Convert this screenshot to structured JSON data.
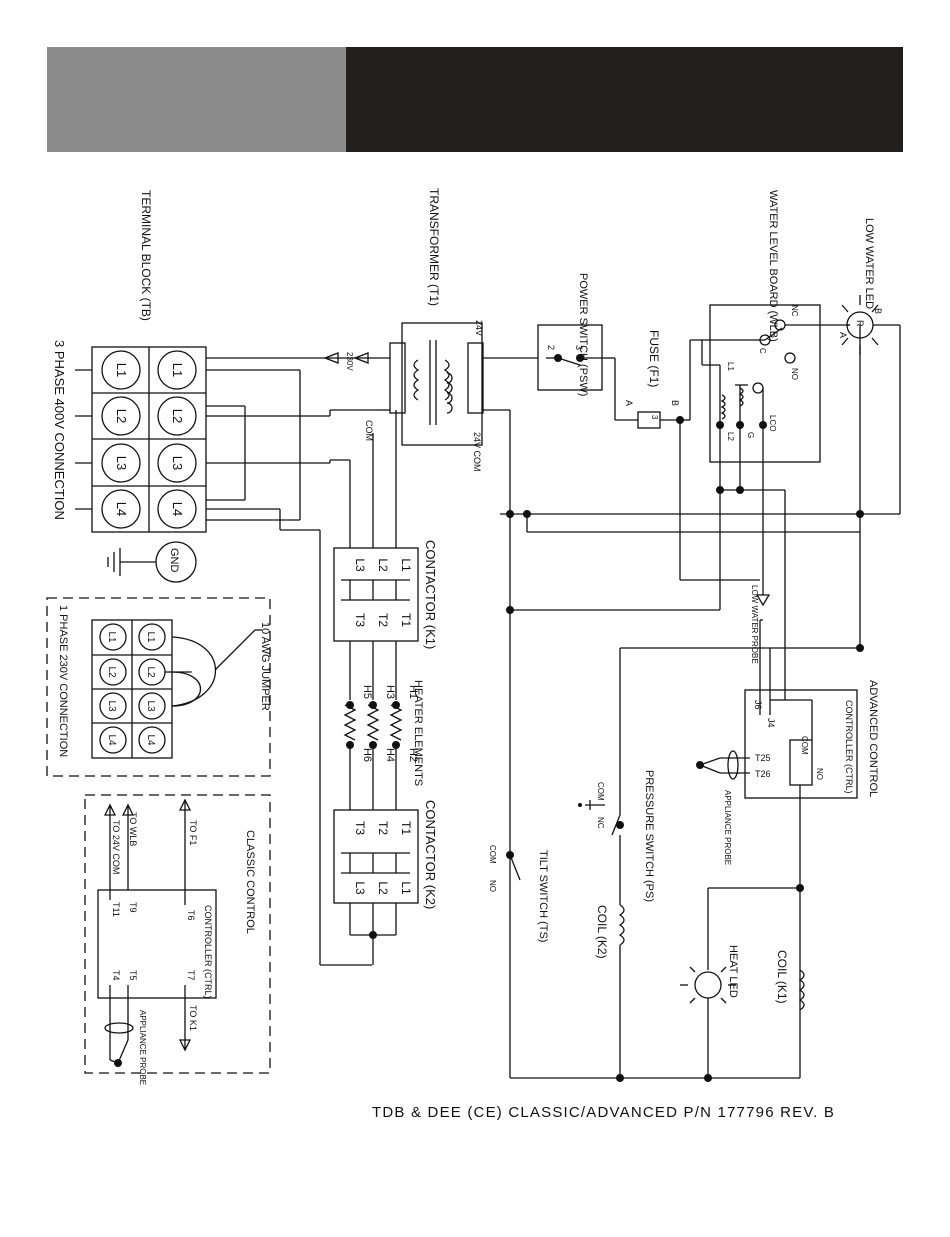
{
  "colors": {
    "header_left": "#8c8c8c",
    "header_right": "#221f1f",
    "line": "#111111"
  },
  "labels": {
    "terminal_block": "TERMINAL BLOCK (TB)",
    "three_phase": "3 PHASE 400V CONNECTION",
    "one_phase": "1 PHASE 230V CONNECTION",
    "jumper": "10 AWG JUMPER",
    "gnd": "GND",
    "transformer": "TRANSFORMER (T1)",
    "v230": "230V",
    "com": "COM",
    "v24": "24V",
    "v24com": "24V COM",
    "contactor_k1": "CONTACTOR (K1)",
    "contactor_k2": "CONTACTOR (K2)",
    "heater_elements": "HEATER ELEMENTS",
    "power_switch": "POWER SWITCH (PSW)",
    "psw_2": "2",
    "psw_3": "3",
    "fuse": "FUSE (F1)",
    "fuse_a": "A",
    "fuse_b": "B",
    "fuse_3": "3",
    "wlb": "WATER LEVEL BOARD (WLB)",
    "nc": "NC",
    "no": "NO",
    "c": "C",
    "l1": "L1",
    "l2": "L2",
    "g": "G",
    "lco": "LCO",
    "low_water_led": "LOW WATER LED",
    "led_r": "R",
    "led_a": "A",
    "led_b": "B",
    "low_water_probe": "LOW WATER PROBE",
    "advanced_control": "ADVANCED CONTROL",
    "controller_ctrl": "CONTROLLER (CTRL)",
    "j6": "J6",
    "j4": "J4",
    "t25": "T25",
    "t26": "T26",
    "appliance_probe": "APPLIANCE PROBE",
    "pressure_switch": "PRESSURE SWITCH (PS)",
    "ps_com": "COM",
    "ps_nc": "NC",
    "tilt_switch": "TILT SWITCH (TS)",
    "ts_com": "COM",
    "ts_no": "NO",
    "coil_k2": "COIL (K2)",
    "coil_k1": "COIL (K1)",
    "heat_led": "HEAT LED",
    "classic_control": "CLASSIC CONTROL",
    "to_f1": "TO F1",
    "to_wlb": "TO WLB",
    "to_24v_com": "TO 24V COM",
    "to_k1": "TO K1",
    "t4": "T4",
    "t5": "T5",
    "t6": "T6",
    "t7": "T7",
    "t9": "T9",
    "t11": "T11",
    "caption": "TDB & DEE (CE) CLASSIC/ADVANCED P/N 177796 REV. B"
  },
  "terminals": {
    "tb_left": [
      "L1",
      "L2",
      "L3",
      "L4"
    ],
    "tb_right": [
      "L1",
      "L2",
      "L3",
      "L4"
    ],
    "k1_in": [
      "L1",
      "L2",
      "L3"
    ],
    "k1_out": [
      "T1",
      "T2",
      "T3"
    ],
    "k2_in": [
      "T1",
      "T2",
      "T3"
    ],
    "k2_out": [
      "L1",
      "L2",
      "L3"
    ],
    "heater_top": [
      "H1",
      "H3",
      "H5"
    ],
    "heater_bottom": [
      "H2",
      "H4",
      "H6"
    ],
    "one_phase_left": [
      "L1",
      "L2",
      "L3",
      "L4"
    ],
    "one_phase_right": [
      "L1",
      "L2",
      "L3",
      "L4"
    ]
  }
}
